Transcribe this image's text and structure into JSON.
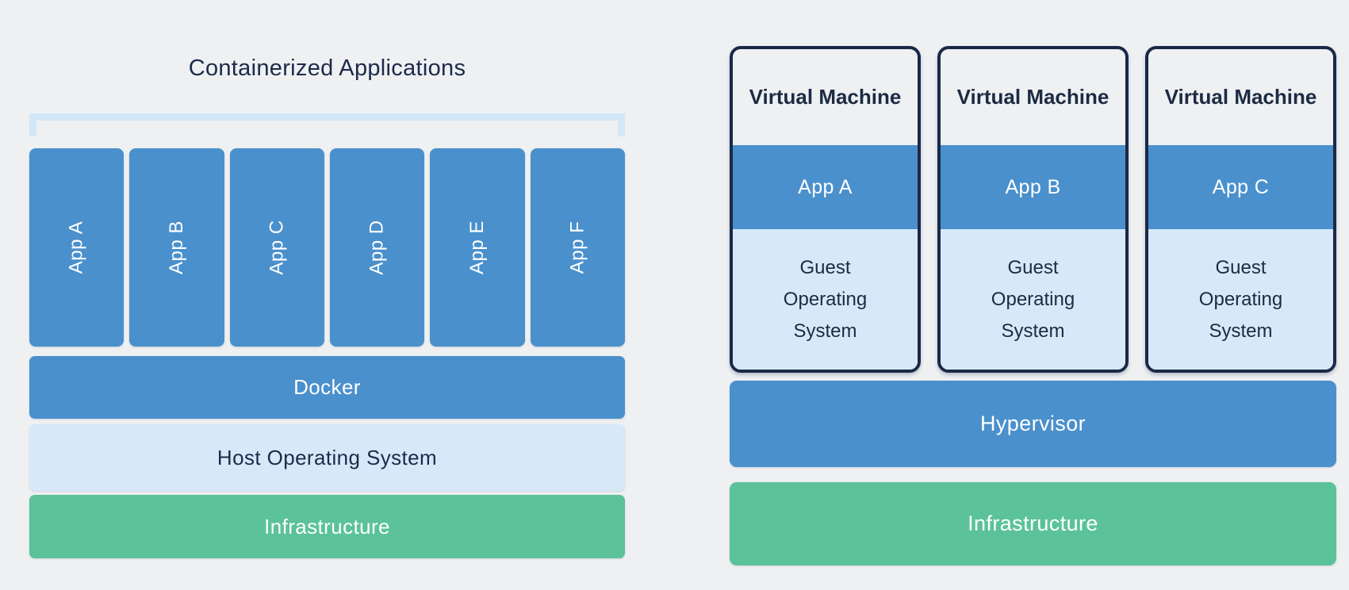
{
  "palette": {
    "background": "#eef0f2",
    "primary_blue": "#4a90cc",
    "light_blue": "#d7e9f8",
    "bracket_blue": "#d2e7f8",
    "green": "#5bc29a",
    "navy_text": "#1c2b4a",
    "vm_border": "#1a2947",
    "white_text": "#ffffff"
  },
  "containers_panel": {
    "title": "Containerized Applications",
    "apps": [
      "App A",
      "App B",
      "App C",
      "App D",
      "App E",
      "App F"
    ],
    "layers": {
      "docker": "Docker",
      "host_os": "Host Operating System",
      "infrastructure": "Infrastructure"
    }
  },
  "vm_panel": {
    "machines": [
      {
        "title": "Virtual Machine",
        "app": "App A",
        "guest_os": "Guest Operating System"
      },
      {
        "title": "Virtual Machine",
        "app": "App B",
        "guest_os": "Guest Operating System"
      },
      {
        "title": "Virtual Machine",
        "app": "App C",
        "guest_os": "Guest Operating System"
      }
    ],
    "layers": {
      "hypervisor": "Hypervisor",
      "infrastructure": "Infrastructure"
    }
  }
}
